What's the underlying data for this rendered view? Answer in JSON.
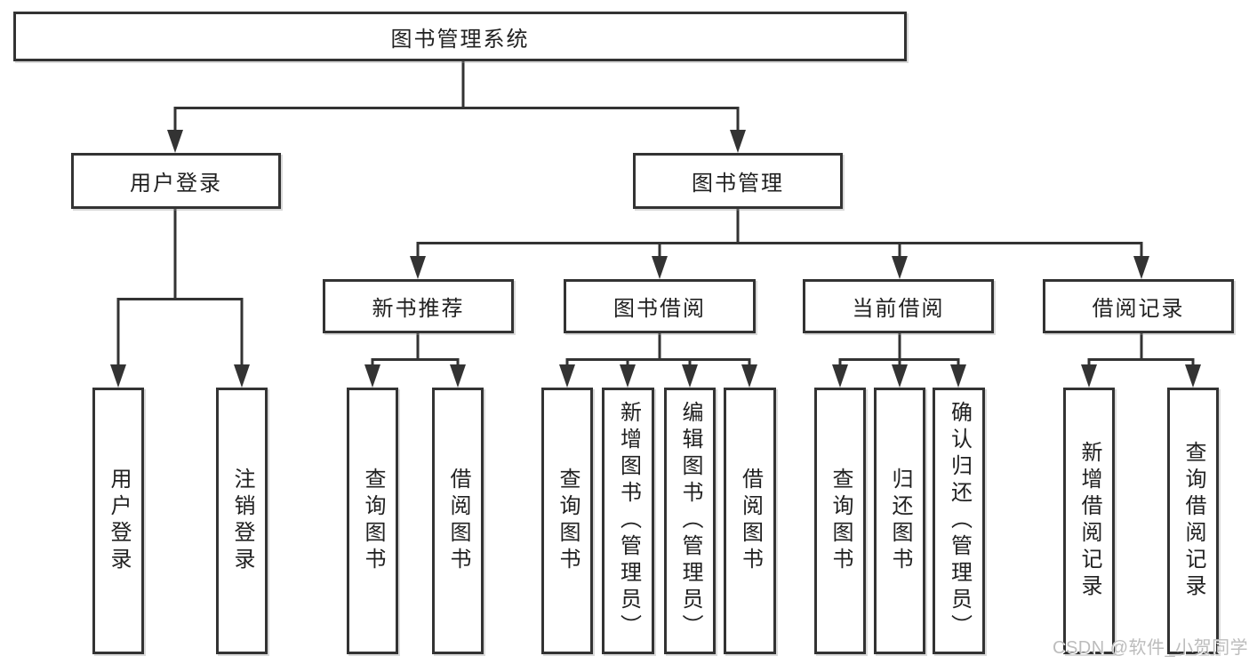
{
  "colors": {
    "line": "#333333",
    "box_border": "#333333",
    "text": "#212121",
    "background": "#ffffff",
    "watermark": "#bcbcbc"
  },
  "diagram": {
    "root": {
      "label": "图书管理系统"
    },
    "branches": {
      "user_login": {
        "label": "用户登录",
        "children": {
          "login": {
            "label": "用户登录"
          },
          "logout": {
            "label": "注销登录"
          }
        }
      },
      "book_management": {
        "label": "图书管理",
        "children": {
          "new_books": {
            "label": "新书推荐",
            "children": {
              "query": {
                "label": "查询图书"
              },
              "borrow": {
                "label": "借阅图书"
              }
            }
          },
          "book_borrowing": {
            "label": "图书借阅",
            "children": {
              "query": {
                "label": "查询图书"
              },
              "add": {
                "label": "新增图书（管理员）"
              },
              "edit": {
                "label": "编辑图书（管理员）"
              },
              "borrow": {
                "label": "借阅图书"
              }
            }
          },
          "current_borrowing": {
            "label": "当前借阅",
            "children": {
              "query": {
                "label": "查询图书"
              },
              "return": {
                "label": "归还图书"
              },
              "confirm": {
                "label": "确认归还（管理员）"
              }
            }
          },
          "borrow_records": {
            "label": "借阅记录",
            "children": {
              "add": {
                "label": "新增借阅记录"
              },
              "query": {
                "label": "查询借阅记录"
              }
            }
          }
        }
      }
    },
    "watermark": "CSDN @软件_小贺同学"
  }
}
